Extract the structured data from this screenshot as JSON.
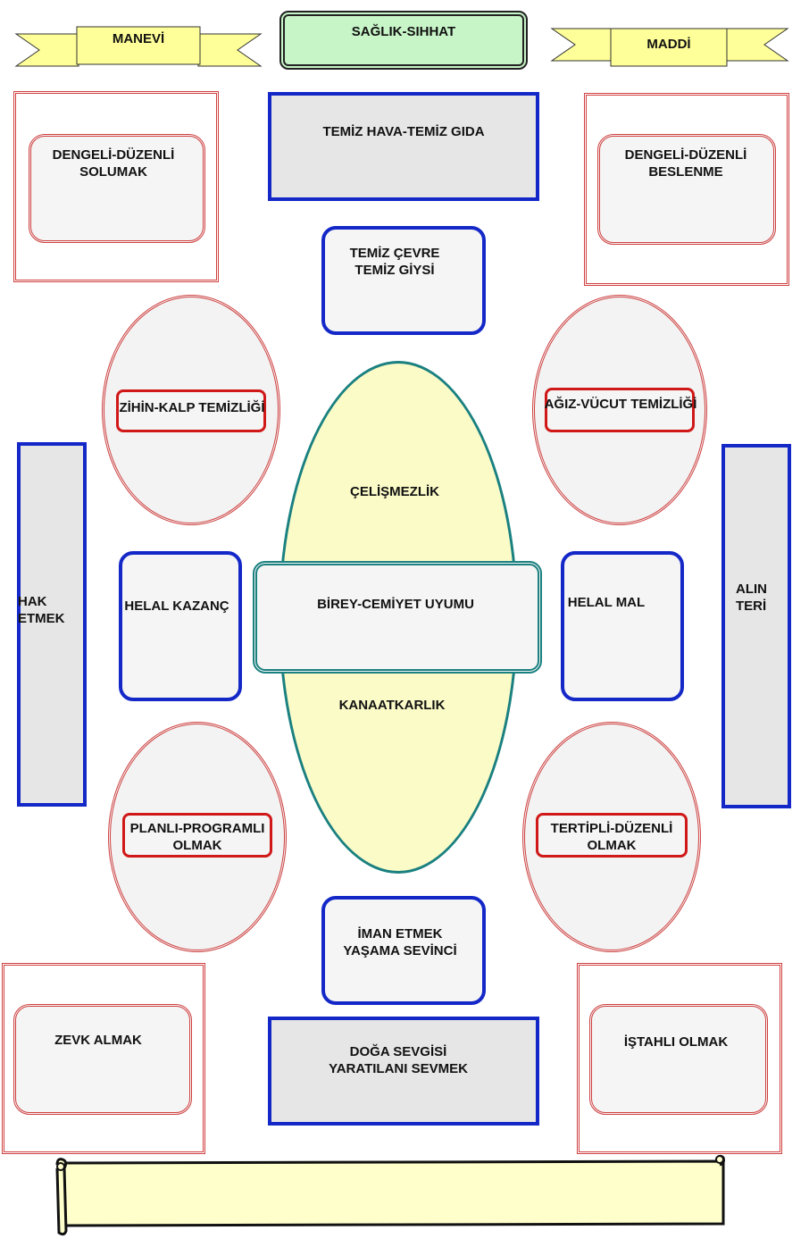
{
  "header": {
    "left_ribbon": "MANEVİ",
    "center_banner": "SAĞLIK-SIHHAT",
    "right_ribbon": "MADDİ"
  },
  "corners": {
    "top_left": "DENGELİ-DÜZENLİ\nSOLUMAK",
    "top_right": "DENGELİ-DÜZENLİ\nBESLENME",
    "bottom_left": "ZEVK ALMAK",
    "bottom_right": "İŞTAHLI OLMAK"
  },
  "top_center": {
    "rect": "TEMİZ HAVA-TEMİZ GIDA",
    "round": "TEMİZ ÇEVRE\nTEMİZ GİYSİ"
  },
  "bottom_center": {
    "round": "İMAN ETMEK\nYAŞAMA SEVİNCİ",
    "rect": "DOĞA SEVGİSİ\nYARATILANI SEVMEK"
  },
  "ellipses": {
    "upper_left": "ZİHİN-KALP TEMİZLİĞİ",
    "upper_right": "AĞIZ-VÜCUT TEMİZLİĞİ",
    "lower_left": "PLANLI-PROGRAMLI\nOLMAK",
    "lower_right": "TERTİPLİ-DÜZENLİ\nOLMAK"
  },
  "sides": {
    "left_bar": "HAK\nETMEK",
    "right_bar": "ALIN\nTERİ",
    "left_box": "HELAL KAZANÇ",
    "right_box": "HELAL MAL"
  },
  "center": {
    "top_text": "ÇELİŞMEZLİK",
    "box": "BİREY-CEMİYET UYUMU",
    "bottom_text": "KANAATKARLIK"
  },
  "colors": {
    "red": "#d04040",
    "blue": "#1428c8",
    "teal": "#1a8080",
    "ribbon_yellow": "#ffff99",
    "banner_green": "#c8f5c8",
    "center_yellow": "#fbfbc8"
  }
}
